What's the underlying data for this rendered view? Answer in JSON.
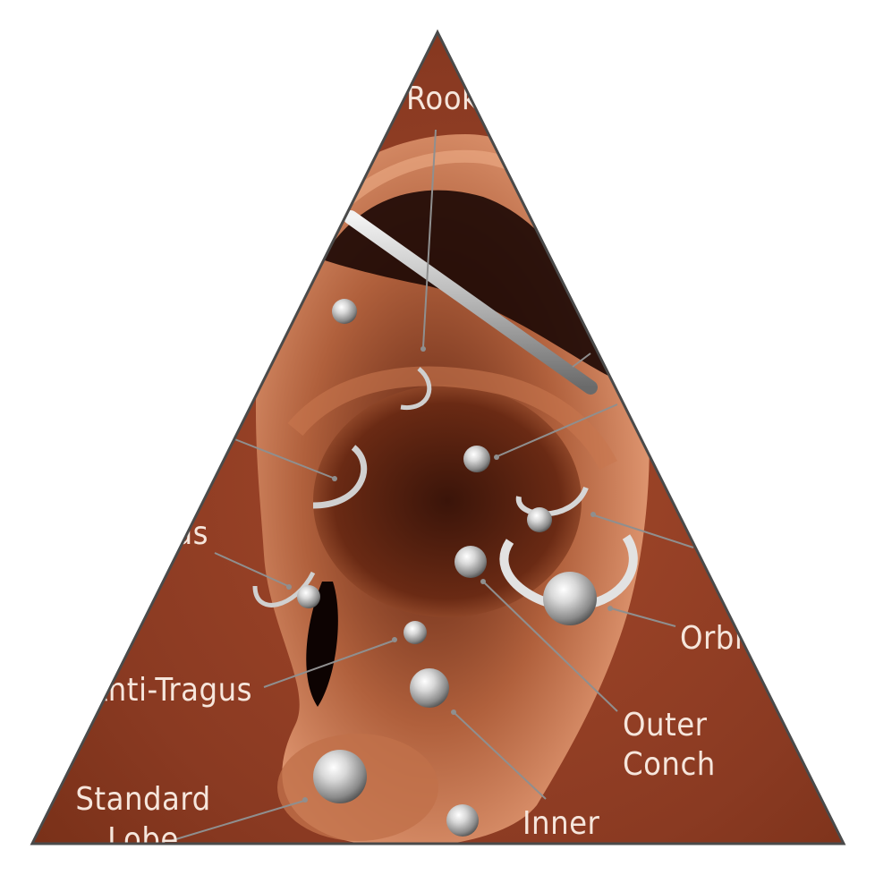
{
  "diagram": {
    "labels": {
      "rook": "Rook",
      "tragus": "Tragus",
      "anti_tragus": "Anti-Tragus",
      "standard_lobe": [
        "Standard",
        "Lobe"
      ],
      "inner_conch": "Inner",
      "outer_conch": [
        "Outer",
        "Conch"
      ],
      "orbital": "Orbital"
    },
    "colors": {
      "background": "#8a3a22",
      "triangle_border": "#4a4a4a",
      "skin_light": "#e8a07a",
      "skin_dark": "#2a0d06",
      "label": "#f6e6dc",
      "leader": "#8f8f8f",
      "jewelry": "#cfcfcf"
    }
  }
}
